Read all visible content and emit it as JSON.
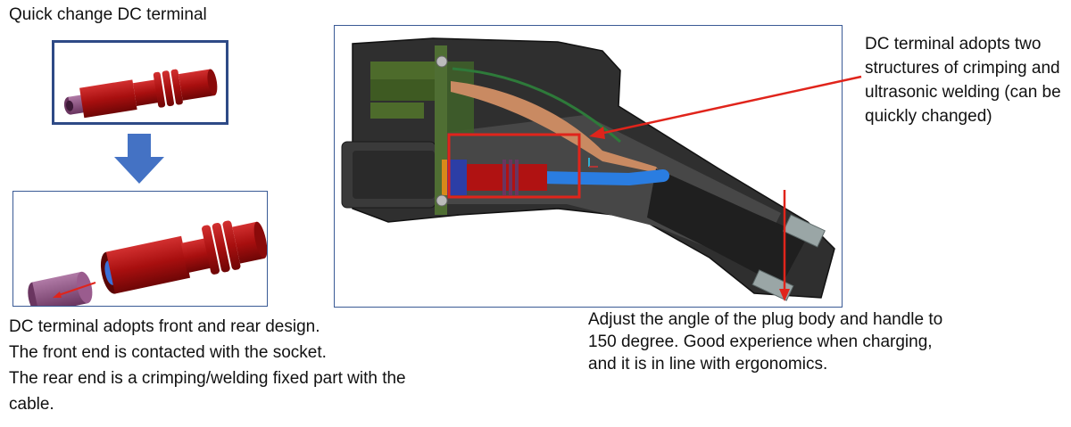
{
  "top_left_title": "Quick change DC terminal",
  "left_description": [
    "DC terminal adopts front and rear design.",
    "The front end is contacted with the socket.",
    "The rear end is a crimping/welding fixed part with the",
    "cable."
  ],
  "right_note": "DC terminal adopts two structures of crimping and ultrasonic welding (can be quickly changed)",
  "bottom_note": "Adjust the angle of the plug body and handle to 150 degree. Good experience when charging, and it is in line with ergonomics.",
  "colors": {
    "frame_border": "#2f4f8a",
    "arrow_blue": "#4472c4",
    "terminal_red": "#b01212",
    "sleeve_purple": "#8a4a7a",
    "callout_red": "#e0241b",
    "housing_dark": "#2e2e2e",
    "cable_blue": "#2a7de1",
    "copper": "#c98a62"
  }
}
